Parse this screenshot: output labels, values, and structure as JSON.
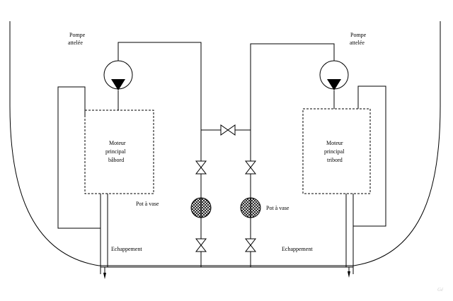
{
  "labels": {
    "pump_left_line1": "Pompe",
    "pump_left_line2": "attelée",
    "pump_right_line1": "Pompe",
    "pump_right_line2": "attelée",
    "engine_left_line1": "Moteur",
    "engine_left_line2": "principal",
    "engine_left_line3": "bâbord",
    "engine_right_line1": "Moteur",
    "engine_right_line2": "principal",
    "engine_right_line3": "tribord",
    "pot_left": "Pot à vase",
    "pot_right": "Pot à vase",
    "exhaust_left": "Echappement",
    "exhaust_right": "Echappement",
    "signature": "Gé"
  },
  "colors": {
    "line": "#000000",
    "background": "#ffffff",
    "filter_hatch": "#000000",
    "signature": "#cfcfcf"
  }
}
